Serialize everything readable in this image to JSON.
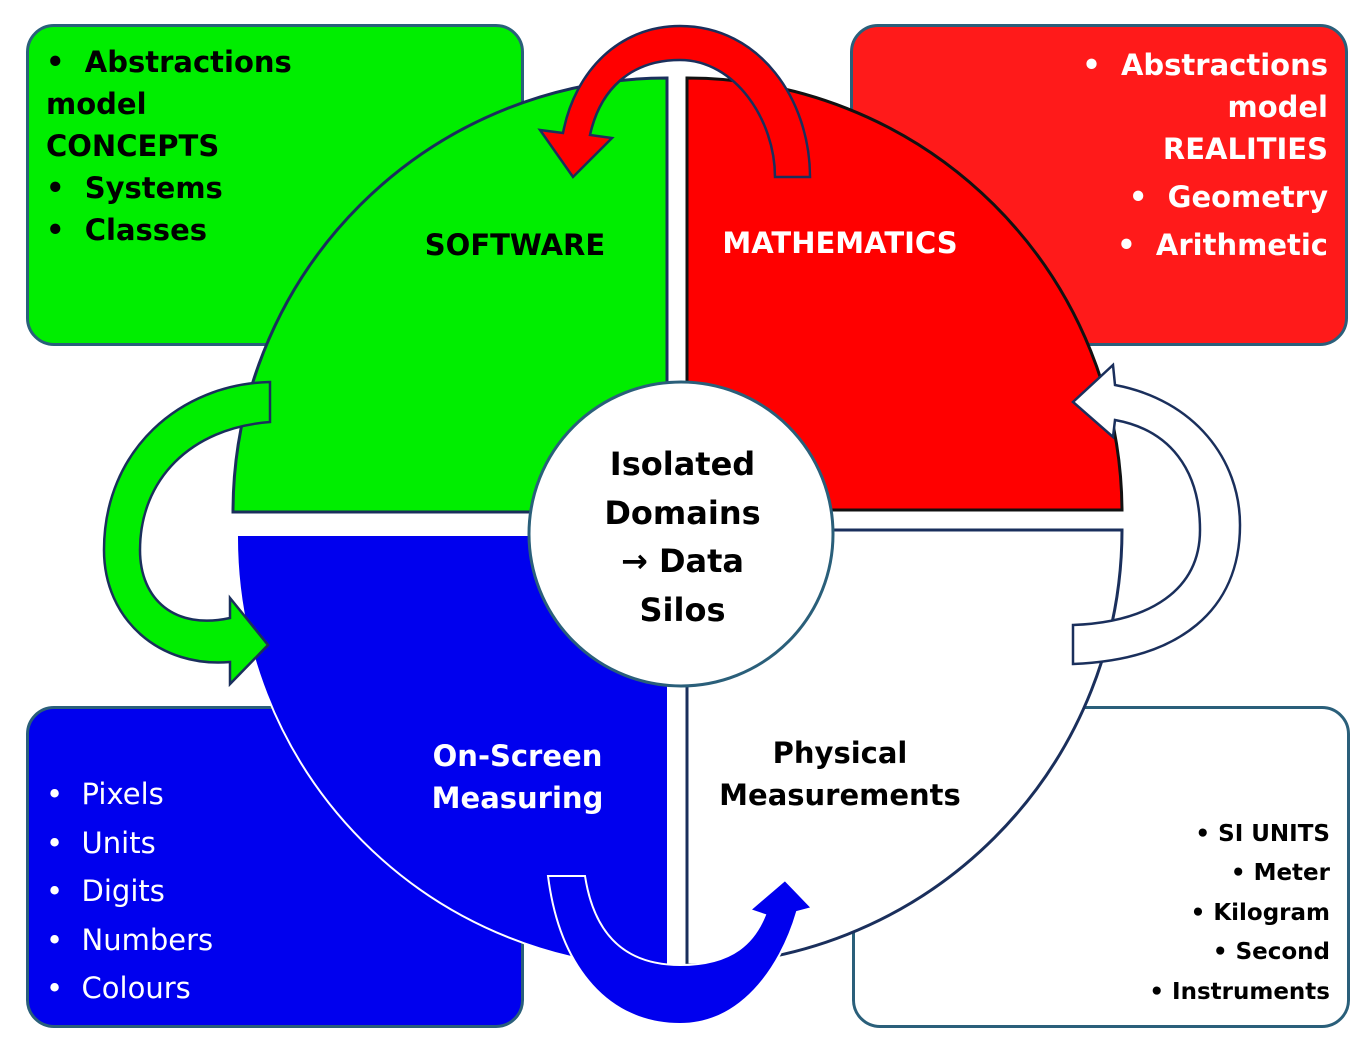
{
  "title": "Isolated Domains → Data Silos",
  "center": {
    "lines": [
      "Isolated",
      "Domains",
      "→ Data",
      "Silos"
    ]
  },
  "quadrants": {
    "software": {
      "label": "SOFTWARE",
      "color": "#00ee00"
    },
    "mathematics": {
      "label": "MATHEMATICS",
      "color": "#ff0000"
    },
    "on_screen": {
      "label_lines": [
        "On-Screen",
        "Measuring"
      ],
      "color": "#0000ee"
    },
    "physical": {
      "label_lines": [
        "Physical",
        "Measurements"
      ],
      "color": "#ffffff"
    }
  },
  "boxes": {
    "software": {
      "items": [
        {
          "bullet": "•",
          "lines": [
            "Abstractions",
            "model",
            "CONCEPTS"
          ]
        },
        {
          "bullet": "•",
          "lines": [
            "Systems"
          ]
        },
        {
          "bullet": "•",
          "lines": [
            "Classes"
          ]
        }
      ]
    },
    "mathematics": {
      "items": [
        {
          "bullet": "•",
          "lines": [
            "Abstractions",
            "model",
            "REALITIES"
          ]
        },
        {
          "bullet": "•",
          "lines": [
            "Geometry"
          ]
        },
        {
          "bullet": "•",
          "lines": [
            "Arithmetic"
          ]
        }
      ]
    },
    "on_screen": {
      "items": [
        "Pixels",
        "Units",
        "Digits",
        "Numbers",
        "Colours"
      ]
    },
    "physical": {
      "items": [
        "SI UNITS",
        "Meter",
        "Kilogram",
        "Second",
        "Instruments"
      ]
    }
  },
  "bullet_char": "•",
  "colors": {
    "green": "#00ee00",
    "red": "#ff1a1a",
    "blue": "#0000ee",
    "outline": "#1a2f5c",
    "box_border": "#2a5f7a"
  }
}
